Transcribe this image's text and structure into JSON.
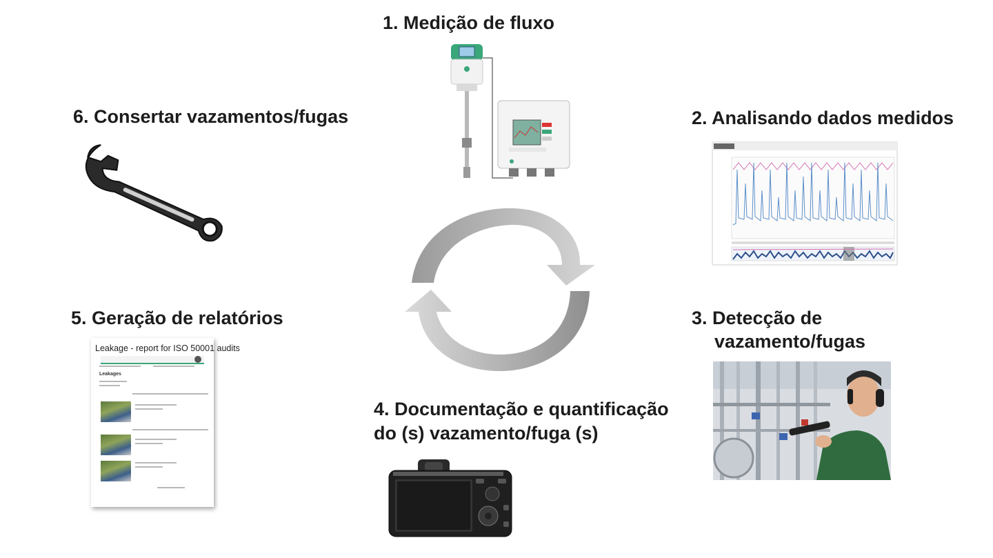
{
  "steps": [
    {
      "number": "1.",
      "title": "Medição de fluxo",
      "icon": "flow-meter-icon"
    },
    {
      "number": "2.",
      "title": "Analisando dados medidos",
      "icon": "data-chart-icon"
    },
    {
      "number": "3.",
      "title": "Detecção de vazamento/fugas",
      "icon": "leak-detection-photo"
    },
    {
      "number": "4.",
      "title": "Documentação e quantificação do (s) vazamento/fuga (s)",
      "icon": "camera-icon"
    },
    {
      "number": "5.",
      "title": "Geração de relatórios",
      "icon": "report-document-icon"
    },
    {
      "number": "6.",
      "title": "Consertar vazamentos/fugas",
      "icon": "wrench-icon"
    }
  ],
  "labels": {
    "step1": "1. Medição de fluxo",
    "step2": "2. Analisando dados medidos",
    "step3_line1": "3. Detecção de",
    "step3_line2": "vazamento/fugas",
    "step4_line1": "4. Documentação e quantificação",
    "step4_line2": "do (s) vazamento/fuga (s)",
    "step5": "5. Geração de relatórios",
    "step6": "6. Consertar vazamentos/fugas"
  },
  "report": {
    "title": "Leakage - report for ISO 50001 audits",
    "section": "Leakages"
  },
  "colors": {
    "text": "#1c1c1c",
    "cycle_arrow": "#a9a9a9",
    "meter_green": "#3aa67a",
    "chart_blue": "#5b8fc9",
    "chart_pink": "#d46fae"
  }
}
